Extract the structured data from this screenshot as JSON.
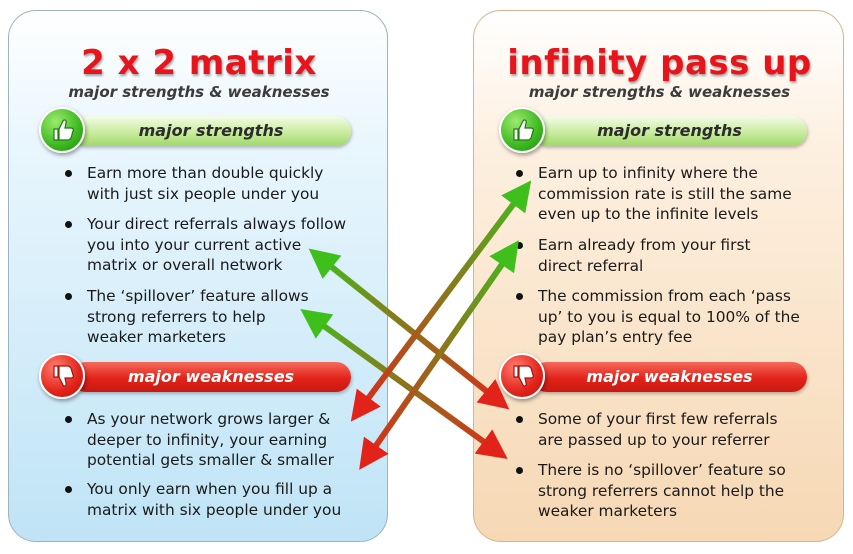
{
  "left_panel": {
    "title": "2 x 2 matrix",
    "subtitle": "major strengths & weaknesses",
    "strengths_label": "major strengths",
    "strengths": [
      "Earn more than double quickly\nwith just six people under you",
      "Your direct referrals always follow\nyou into your current active\nmatrix or overall network",
      "The ‘spillover’ feature allows\nstrong referrers to help\nweaker marketers"
    ],
    "weaknesses_label": "major weaknesses",
    "weaknesses": [
      "As your network grows larger &\ndeeper to infinity, your earning\npotential gets smaller & smaller",
      "You only earn when you fill up a\nmatrix with six people under you"
    ]
  },
  "right_panel": {
    "title": "infinity pass up",
    "subtitle": "major strengths & weaknesses",
    "strengths_label": "major strengths",
    "strengths": [
      "Earn up to infinity where the\ncommission rate is still the same\neven up to the infinite levels",
      "Earn already from your first\ndirect referral",
      "The commission from each ‘pass\nup’ to you is equal to 100% of the\npay plan’s entry fee"
    ],
    "weaknesses_label": "major weaknesses",
    "weaknesses": [
      "Some of your first few referrals\nare passed up to your referrer",
      "There is no ‘spillover’ feature so\nstrong referrers cannot help the\nweaker marketers"
    ]
  },
  "icons": {
    "strength_icon": "thumbs-up-icon",
    "weakness_icon": "thumbs-down-icon"
  },
  "colors": {
    "title_red": "#e8141b",
    "left_panel_bg": "#bfe4f6",
    "right_panel_bg": "#f6d8b4",
    "strength_green": "#3cb81f",
    "weakness_red": "#e3231a"
  }
}
